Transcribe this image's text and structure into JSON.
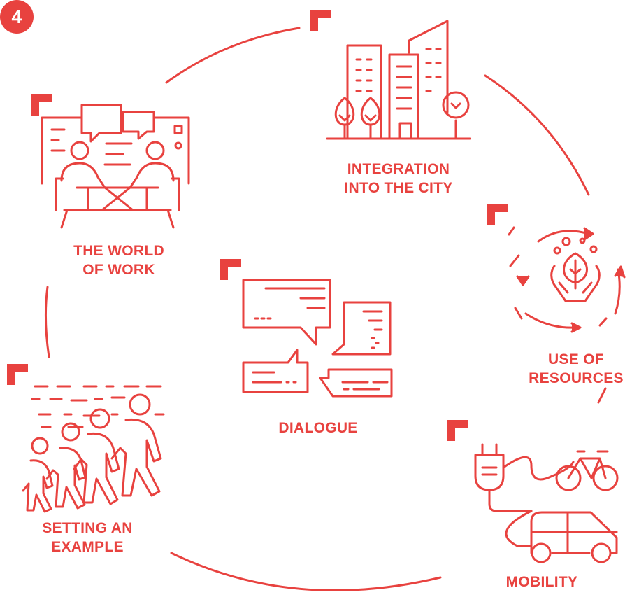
{
  "badge": {
    "number": "4"
  },
  "colors": {
    "accent": "#e8423f",
    "background": "#ffffff"
  },
  "topics": [
    {
      "id": "integration",
      "icon": "city-buildings-icon",
      "lines": [
        "INTEGRATION",
        "INTO THE CITY"
      ]
    },
    {
      "id": "resources",
      "icon": "hands-leaf-cycle-icon",
      "lines": [
        "USE OF",
        "RESOURCES"
      ]
    },
    {
      "id": "mobility",
      "icon": "plug-bike-car-icon",
      "lines": [
        "MOBILITY"
      ]
    },
    {
      "id": "example",
      "icon": "walking-people-icon",
      "lines": [
        "SETTING AN",
        "EXAMPLE"
      ]
    },
    {
      "id": "work",
      "icon": "meeting-desk-icon",
      "lines": [
        "THE WORLD",
        "OF WORK"
      ]
    },
    {
      "id": "dialogue",
      "icon": "speech-bubbles-icon",
      "lines": [
        "DIALOGUE"
      ]
    }
  ]
}
